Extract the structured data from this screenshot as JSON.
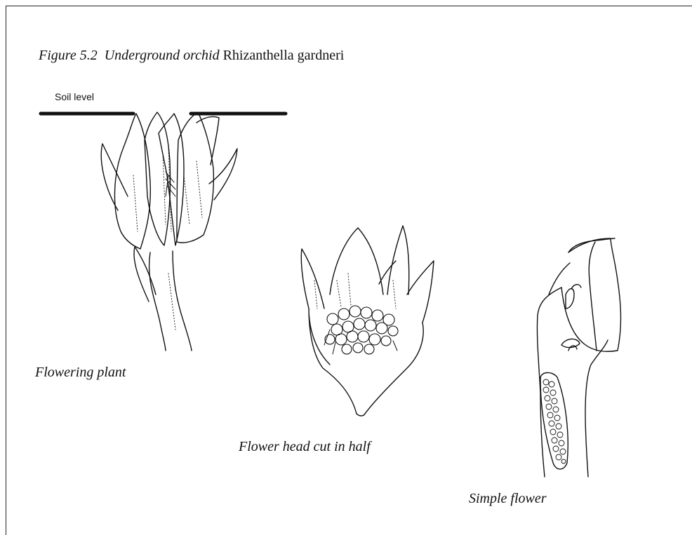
{
  "figure": {
    "number_label": "Figure 5.2",
    "title_italic": "Underground orchid",
    "species": "Rhizanthella gardneri"
  },
  "labels": {
    "soil_level": "Soil level",
    "flowering_plant": "Flowering plant",
    "flower_head_cut": "Flower head cut in half",
    "simple_flower": "Simple flower"
  },
  "colors": {
    "ink": "#111111",
    "background": "#ffffff"
  }
}
